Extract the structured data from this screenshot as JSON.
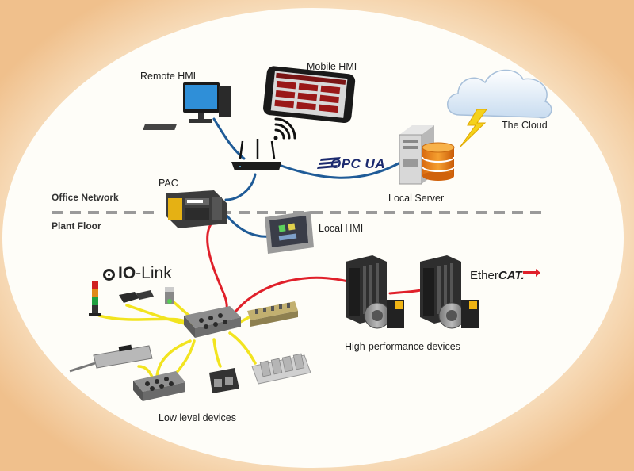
{
  "zones": {
    "office_network": "Office Network",
    "plant_floor": "Plant Floor"
  },
  "nodes": {
    "remote_hmi": "Remote HMI",
    "mobile_hmi": "Mobile HMI",
    "the_cloud": "The Cloud",
    "pac": "PAC",
    "local_server": "Local Server",
    "local_hmi": "Local HMI",
    "high_performance_devices": "High-performance devices",
    "low_level_devices": "Low level devices"
  },
  "logos": {
    "opc_ua": "OPC UA",
    "io_link_prefix": "IO",
    "io_link_suffix": "-Link",
    "ethercat_prefix": "Ether",
    "ethercat_suffix": "CAT."
  },
  "colors": {
    "background": "#f5d5ad",
    "ellipse_fill": "#fefdf8",
    "ethernet_cable": "#1f5b97",
    "ethercat_cable": "#e0202a",
    "io_link_cable": "#f2e41f",
    "zone_divider": "#9a9a9a"
  },
  "icons": {
    "wifi": "wifi-icon",
    "cloud": "cloud-icon",
    "lightning": "lightning-icon",
    "router": "router-icon",
    "server": "server-icon",
    "database": "database-icon"
  }
}
